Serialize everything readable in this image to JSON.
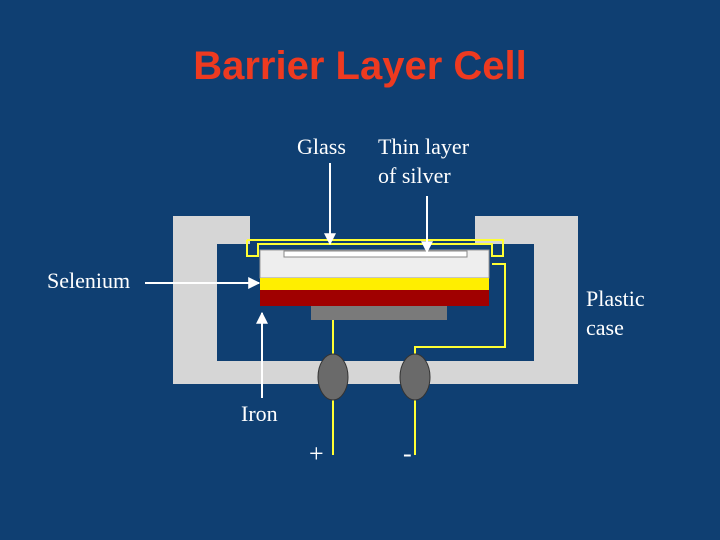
{
  "title": "Barrier Layer Cell",
  "labels": {
    "glass": "Glass",
    "silver_line1": "Thin layer",
    "silver_line2": "of silver",
    "selenium": "Selenium",
    "plastic_line1": "Plastic",
    "plastic_line2": "case",
    "iron": "Iron",
    "plus": "+",
    "minus": "-"
  },
  "colors": {
    "background": "#0f3f72",
    "title": "#ee3a20",
    "case": "#d6d6d6",
    "glass": "#eeeeee",
    "selenium": "#ffee00",
    "iron": "#a00000",
    "contact": "#7a7a7a",
    "terminal": "#6a6a6a",
    "wire": "#ffff33",
    "text": "#ffffff"
  }
}
